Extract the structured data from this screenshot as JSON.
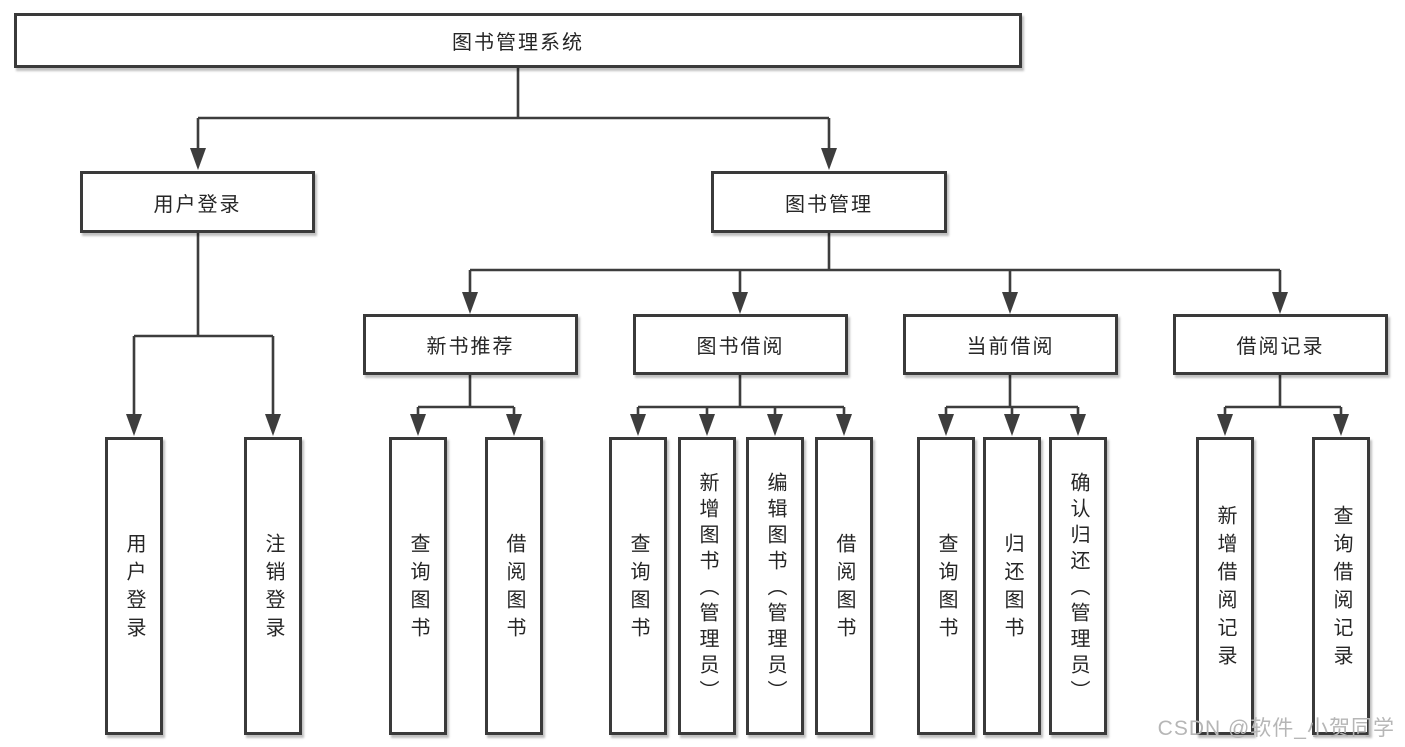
{
  "diagram": {
    "title": "图书管理系统",
    "level2": [
      "用户登录",
      "图书管理"
    ],
    "level3": [
      "新书推荐",
      "图书借阅",
      "当前借阅",
      "借阅记录"
    ],
    "leaves": {
      "login": [
        "用户登录",
        "注销登录"
      ],
      "recommend": [
        "查询图书",
        "借阅图书"
      ],
      "borrow": [
        "查询图书",
        "新增图书（管理员）",
        "编辑图书（管理员）",
        "借阅图书"
      ],
      "current": [
        "查询图书",
        "归还图书",
        "确认归还（管理员）"
      ],
      "records": [
        "新增借阅记录",
        "查询借阅记录"
      ]
    },
    "watermark": "CSDN @软件_小贺同学",
    "colors": {
      "line": "#3d3d3d",
      "border": "#3a3a3a",
      "text": "#262626",
      "watermark": "#b6b6b6",
      "background": "#ffffff"
    }
  }
}
